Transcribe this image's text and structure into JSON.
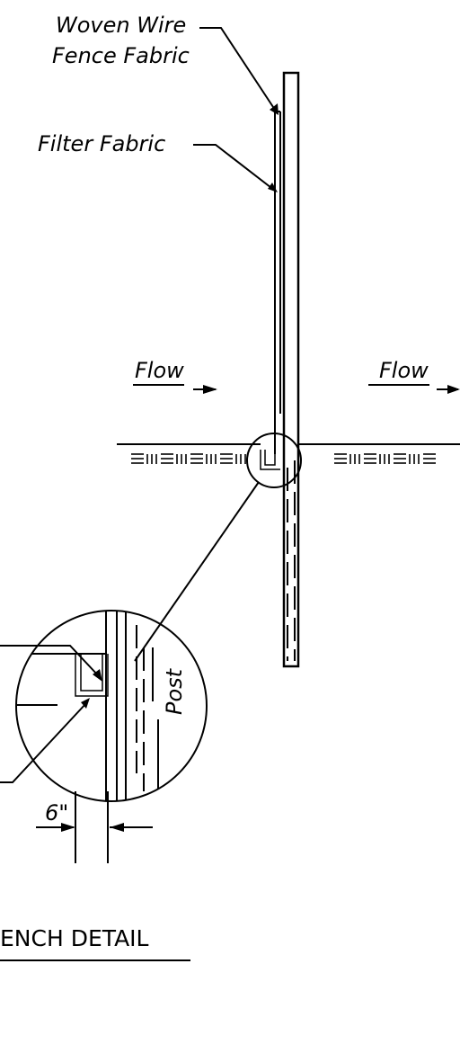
{
  "labels": {
    "woven_wire_line1": "Woven Wire",
    "woven_wire_line2": "Fence Fabric",
    "filter_fabric": "Filter Fabric",
    "flow_left": "Flow",
    "flow_right": "Flow",
    "post": "Post",
    "dimension": "6\"",
    "title": "ENCH DETAIL"
  }
}
